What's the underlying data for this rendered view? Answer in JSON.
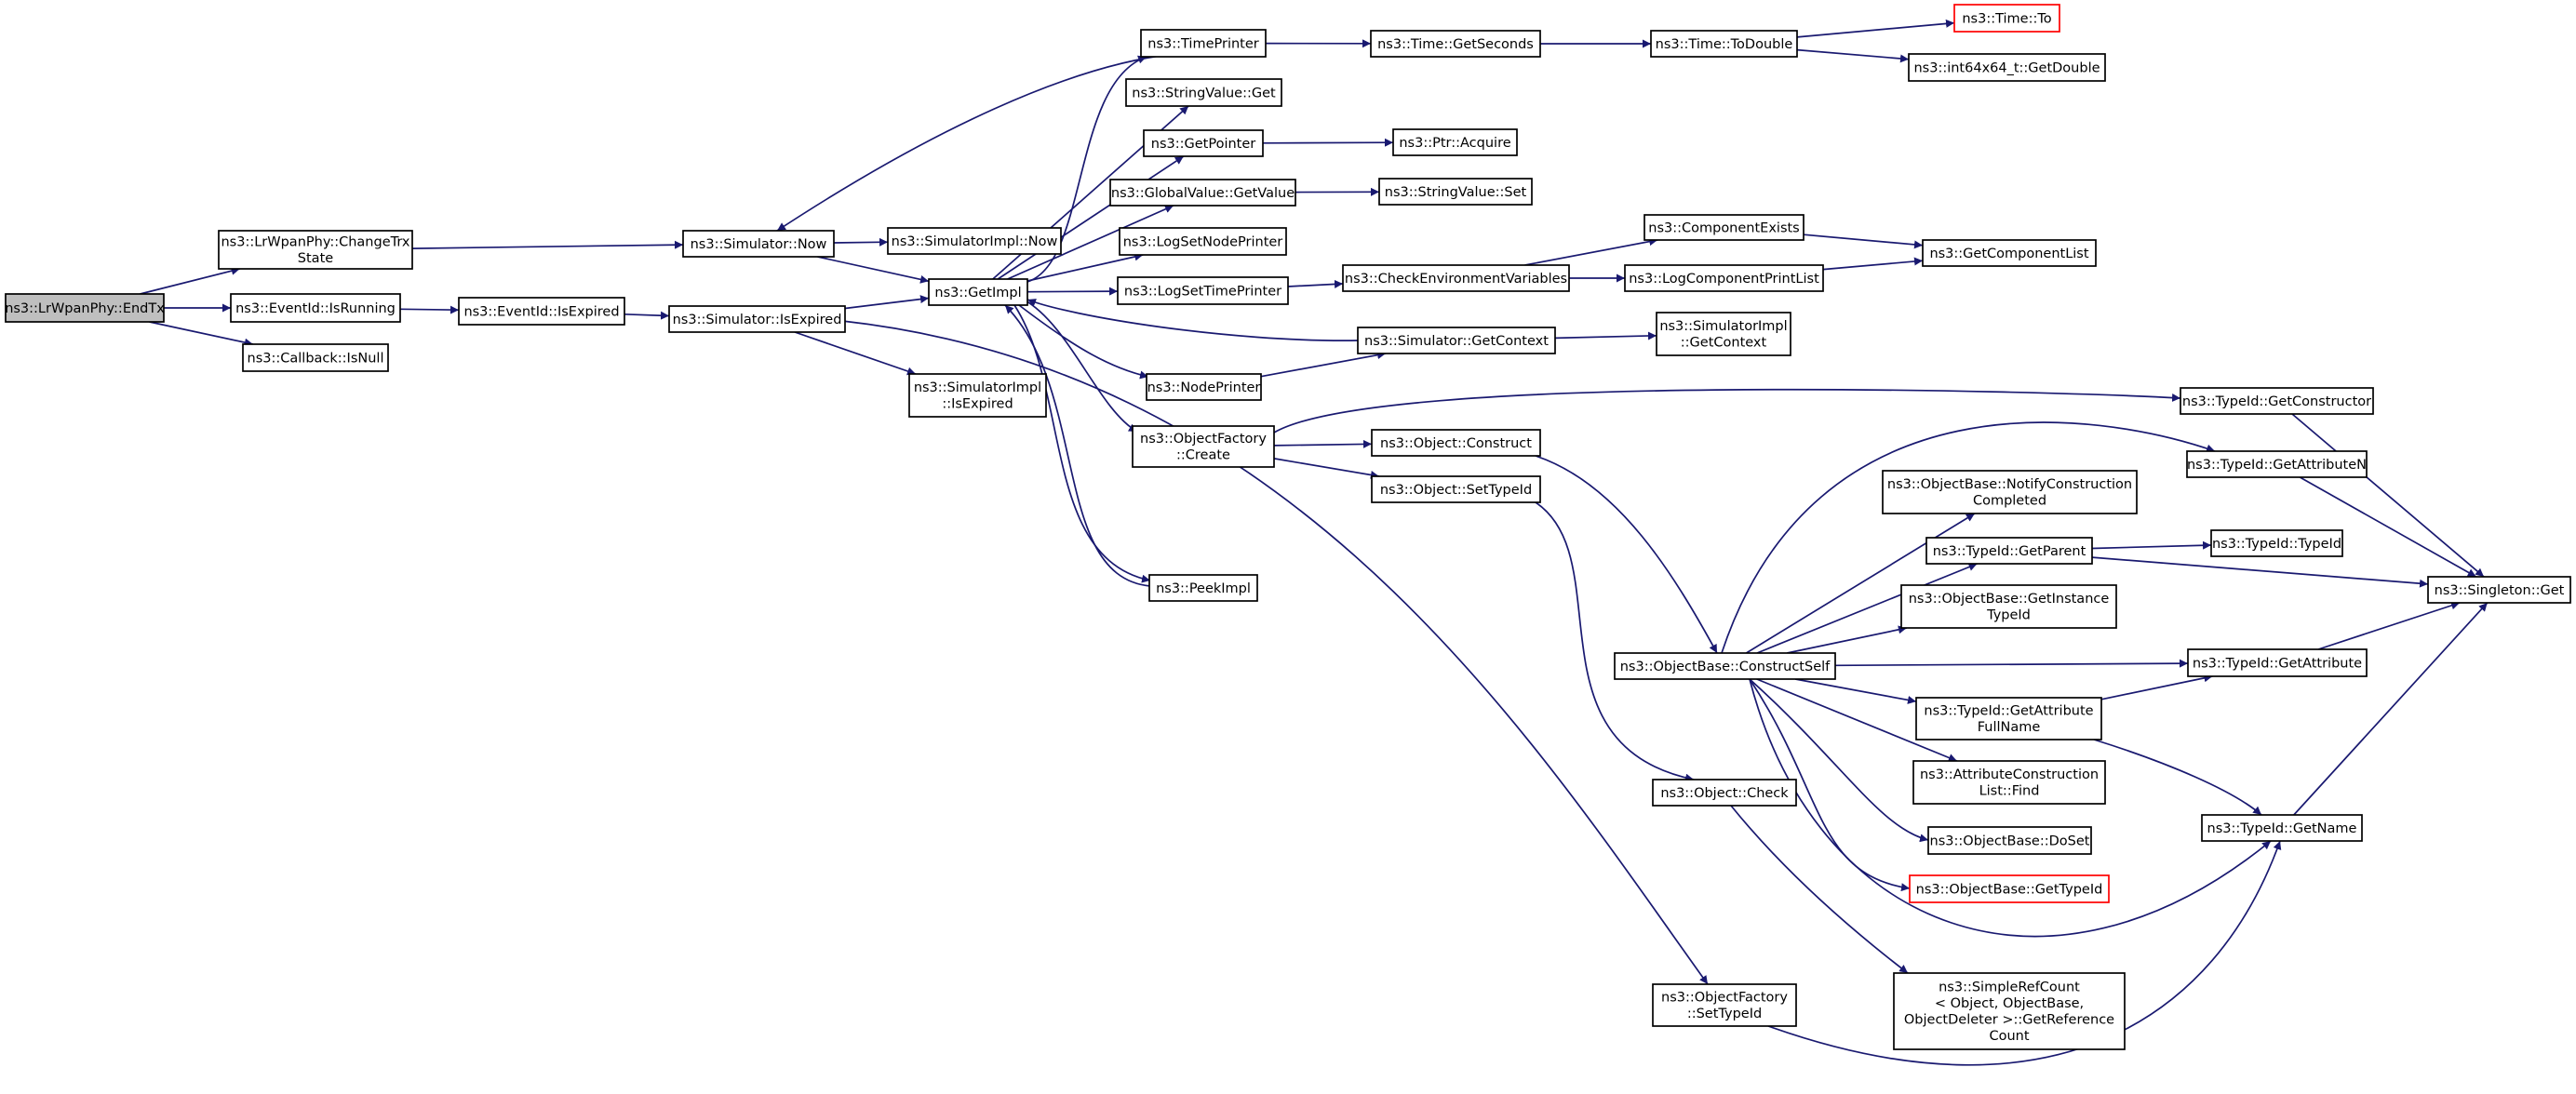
{
  "colors": {
    "edge": "#191970",
    "node_border": "#000000",
    "node_fill": "#ffffff",
    "root_fill": "#bfbfbf",
    "undocumented_border": "#ff0000"
  },
  "nodes": [
    {
      "id": "endtx",
      "lines": [
        "ns3::LrWpanPhy::EndTx"
      ],
      "root": true
    },
    {
      "id": "changetrx",
      "lines": [
        "ns3::LrWpanPhy::ChangeTrx",
        "State"
      ]
    },
    {
      "id": "isrunning",
      "lines": [
        "ns3::EventId::IsRunning"
      ]
    },
    {
      "id": "cbisnull",
      "lines": [
        "ns3::Callback::IsNull"
      ]
    },
    {
      "id": "evisexpired",
      "lines": [
        "ns3::EventId::IsExpired"
      ]
    },
    {
      "id": "simnow",
      "lines": [
        "ns3::Simulator::Now"
      ]
    },
    {
      "id": "simisexpired",
      "lines": [
        "ns3::Simulator::IsExpired"
      ]
    },
    {
      "id": "simimplnow",
      "lines": [
        "ns3::SimulatorImpl::Now"
      ]
    },
    {
      "id": "getimpl",
      "lines": [
        "ns3::GetImpl"
      ]
    },
    {
      "id": "simimplisexp",
      "lines": [
        "ns3::SimulatorImpl",
        "::IsExpired"
      ]
    },
    {
      "id": "timeprinter",
      "lines": [
        "ns3::TimePrinter"
      ]
    },
    {
      "id": "strvalget",
      "lines": [
        "ns3::StringValue::Get"
      ]
    },
    {
      "id": "getpointer",
      "lines": [
        "ns3::GetPointer"
      ]
    },
    {
      "id": "gvgetvalue",
      "lines": [
        "ns3::GlobalValue::GetValue"
      ]
    },
    {
      "id": "logsetnode",
      "lines": [
        "ns3::LogSetNodePrinter"
      ]
    },
    {
      "id": "logsettime",
      "lines": [
        "ns3::LogSetTimePrinter"
      ]
    },
    {
      "id": "nodeprinter",
      "lines": [
        "ns3::NodePrinter"
      ]
    },
    {
      "id": "ofcreate",
      "lines": [
        "ns3::ObjectFactory",
        "::Create"
      ]
    },
    {
      "id": "peekimpl",
      "lines": [
        "ns3::PeekImpl"
      ]
    },
    {
      "id": "timegetsec",
      "lines": [
        "ns3::Time::GetSeconds"
      ]
    },
    {
      "id": "ptracquire",
      "lines": [
        "ns3::Ptr::Acquire"
      ]
    },
    {
      "id": "strvalset",
      "lines": [
        "ns3::StringValue::Set"
      ]
    },
    {
      "id": "checkenv",
      "lines": [
        "ns3::CheckEnvironmentVariables"
      ]
    },
    {
      "id": "simgetctx",
      "lines": [
        "ns3::Simulator::GetContext"
      ]
    },
    {
      "id": "objconstruct",
      "lines": [
        "ns3::Object::Construct"
      ]
    },
    {
      "id": "objsettypeid",
      "lines": [
        "ns3::Object::SetTypeId"
      ]
    },
    {
      "id": "timetodouble",
      "lines": [
        "ns3::Time::ToDouble"
      ]
    },
    {
      "id": "compexists",
      "lines": [
        "ns3::ComponentExists"
      ]
    },
    {
      "id": "logcompprint",
      "lines": [
        "ns3::LogComponentPrintList"
      ]
    },
    {
      "id": "simimplgetctx",
      "lines": [
        "ns3::SimulatorImpl",
        "::GetContext"
      ]
    },
    {
      "id": "objbaseconstruct",
      "lines": [
        "ns3::ObjectBase::ConstructSelf"
      ]
    },
    {
      "id": "objcheck",
      "lines": [
        "ns3::Object::Check"
      ]
    },
    {
      "id": "ofsettypeid",
      "lines": [
        "ns3::ObjectFactory",
        "::SetTypeId"
      ]
    },
    {
      "id": "timeto",
      "lines": [
        "ns3::Time::To"
      ],
      "undocumented": true
    },
    {
      "id": "int64getdouble",
      "lines": [
        "ns3::int64x64_t::GetDouble"
      ]
    },
    {
      "id": "getcomplist",
      "lines": [
        "ns3::GetComponentList"
      ]
    },
    {
      "id": "notifyconstr",
      "lines": [
        "ns3::ObjectBase::NotifyConstruction",
        "Completed"
      ]
    },
    {
      "id": "typeidgetparent",
      "lines": [
        "ns3::TypeId::GetParent"
      ]
    },
    {
      "id": "getinstancetypeid",
      "lines": [
        "ns3::ObjectBase::GetInstance",
        "TypeId"
      ]
    },
    {
      "id": "getattrfullname",
      "lines": [
        "ns3::TypeId::GetAttribute",
        "FullName"
      ]
    },
    {
      "id": "attrconstrfind",
      "lines": [
        "ns3::AttributeConstruction",
        "List::Find"
      ]
    },
    {
      "id": "objbasedoset",
      "lines": [
        "ns3::ObjectBase::DoSet"
      ]
    },
    {
      "id": "objbasegettypeid",
      "lines": [
        "ns3::ObjectBase::GetTypeId"
      ],
      "undocumented": true
    },
    {
      "id": "simplerefcount",
      "lines": [
        "ns3::SimpleRefCount",
        "< Object, ObjectBase,",
        " ObjectDeleter >::GetReference",
        "Count"
      ]
    },
    {
      "id": "typeidgetconstructor",
      "lines": [
        "ns3::TypeId::GetConstructor"
      ]
    },
    {
      "id": "typeidgetattrn",
      "lines": [
        "ns3::TypeId::GetAttributeN"
      ]
    },
    {
      "id": "typeidtypeid",
      "lines": [
        "ns3::TypeId::TypeId"
      ]
    },
    {
      "id": "typeidgetattr",
      "lines": [
        "ns3::TypeId::GetAttribute"
      ]
    },
    {
      "id": "typeidgetname",
      "lines": [
        "ns3::TypeId::GetName"
      ]
    },
    {
      "id": "singletonget",
      "lines": [
        "ns3::Singleton::Get"
      ]
    }
  ],
  "edges": [
    [
      "endtx",
      "changetrx"
    ],
    [
      "endtx",
      "isrunning"
    ],
    [
      "endtx",
      "cbisnull"
    ],
    [
      "changetrx",
      "simnow"
    ],
    [
      "isrunning",
      "evisexpired"
    ],
    [
      "evisexpired",
      "simisexpired"
    ],
    [
      "simnow",
      "simimplnow"
    ],
    [
      "simnow",
      "getimpl"
    ],
    [
      "simisexpired",
      "getimpl"
    ],
    [
      "simisexpired",
      "simimplisexp"
    ],
    [
      "simisexpired",
      "ofsettypeid"
    ],
    [
      "getimpl",
      "timeprinter"
    ],
    [
      "getimpl",
      "strvalget"
    ],
    [
      "getimpl",
      "getpointer"
    ],
    [
      "getimpl",
      "gvgetvalue"
    ],
    [
      "getimpl",
      "logsetnode"
    ],
    [
      "getimpl",
      "logsettime"
    ],
    [
      "getimpl",
      "nodeprinter"
    ],
    [
      "getimpl",
      "ofcreate"
    ],
    [
      "getimpl",
      "peekimpl"
    ],
    [
      "timeprinter",
      "simnow"
    ],
    [
      "timeprinter",
      "timegetsec"
    ],
    [
      "timegetsec",
      "timetodouble"
    ],
    [
      "timetodouble",
      "timeto"
    ],
    [
      "timetodouble",
      "int64getdouble"
    ],
    [
      "getpointer",
      "ptracquire"
    ],
    [
      "gvgetvalue",
      "strvalset"
    ],
    [
      "logsettime",
      "checkenv"
    ],
    [
      "checkenv",
      "compexists"
    ],
    [
      "checkenv",
      "logcompprint"
    ],
    [
      "compexists",
      "getcomplist"
    ],
    [
      "logcompprint",
      "getcomplist"
    ],
    [
      "nodeprinter",
      "simgetctx"
    ],
    [
      "simgetctx",
      "getimpl"
    ],
    [
      "simgetctx",
      "simimplgetctx"
    ],
    [
      "ofcreate",
      "typeidgetconstructor"
    ],
    [
      "ofcreate",
      "objconstruct"
    ],
    [
      "ofcreate",
      "objsettypeid"
    ],
    [
      "objconstruct",
      "objbaseconstruct"
    ],
    [
      "objsettypeid",
      "objcheck"
    ],
    [
      "objbaseconstruct",
      "notifyconstr"
    ],
    [
      "objbaseconstruct",
      "typeidgetparent"
    ],
    [
      "objbaseconstruct",
      "getinstancetypeid"
    ],
    [
      "objbaseconstruct",
      "typeidgetattr"
    ],
    [
      "objbaseconstruct",
      "getattrfullname"
    ],
    [
      "objbaseconstruct",
      "attrconstrfind"
    ],
    [
      "objbaseconstruct",
      "objbasedoset"
    ],
    [
      "objbaseconstruct",
      "objbasegettypeid"
    ],
    [
      "objbaseconstruct",
      "typeidgetname"
    ],
    [
      "objbaseconstruct",
      "typeidgetattrn"
    ],
    [
      "objcheck",
      "simplerefcount"
    ],
    [
      "ofsettypeid",
      "typeidgetname"
    ],
    [
      "typeidgetparent",
      "typeidtypeid"
    ],
    [
      "typeidgetparent",
      "singletonget"
    ],
    [
      "getattrfullname",
      "typeidgetattr"
    ],
    [
      "getattrfullname",
      "typeidgetname"
    ],
    [
      "typeidgetconstructor",
      "singletonget"
    ],
    [
      "typeidgetattrn",
      "singletonget"
    ],
    [
      "typeidgetattr",
      "singletonget"
    ],
    [
      "typeidgetname",
      "singletonget"
    ],
    [
      "peekimpl",
      "getimpl"
    ]
  ]
}
